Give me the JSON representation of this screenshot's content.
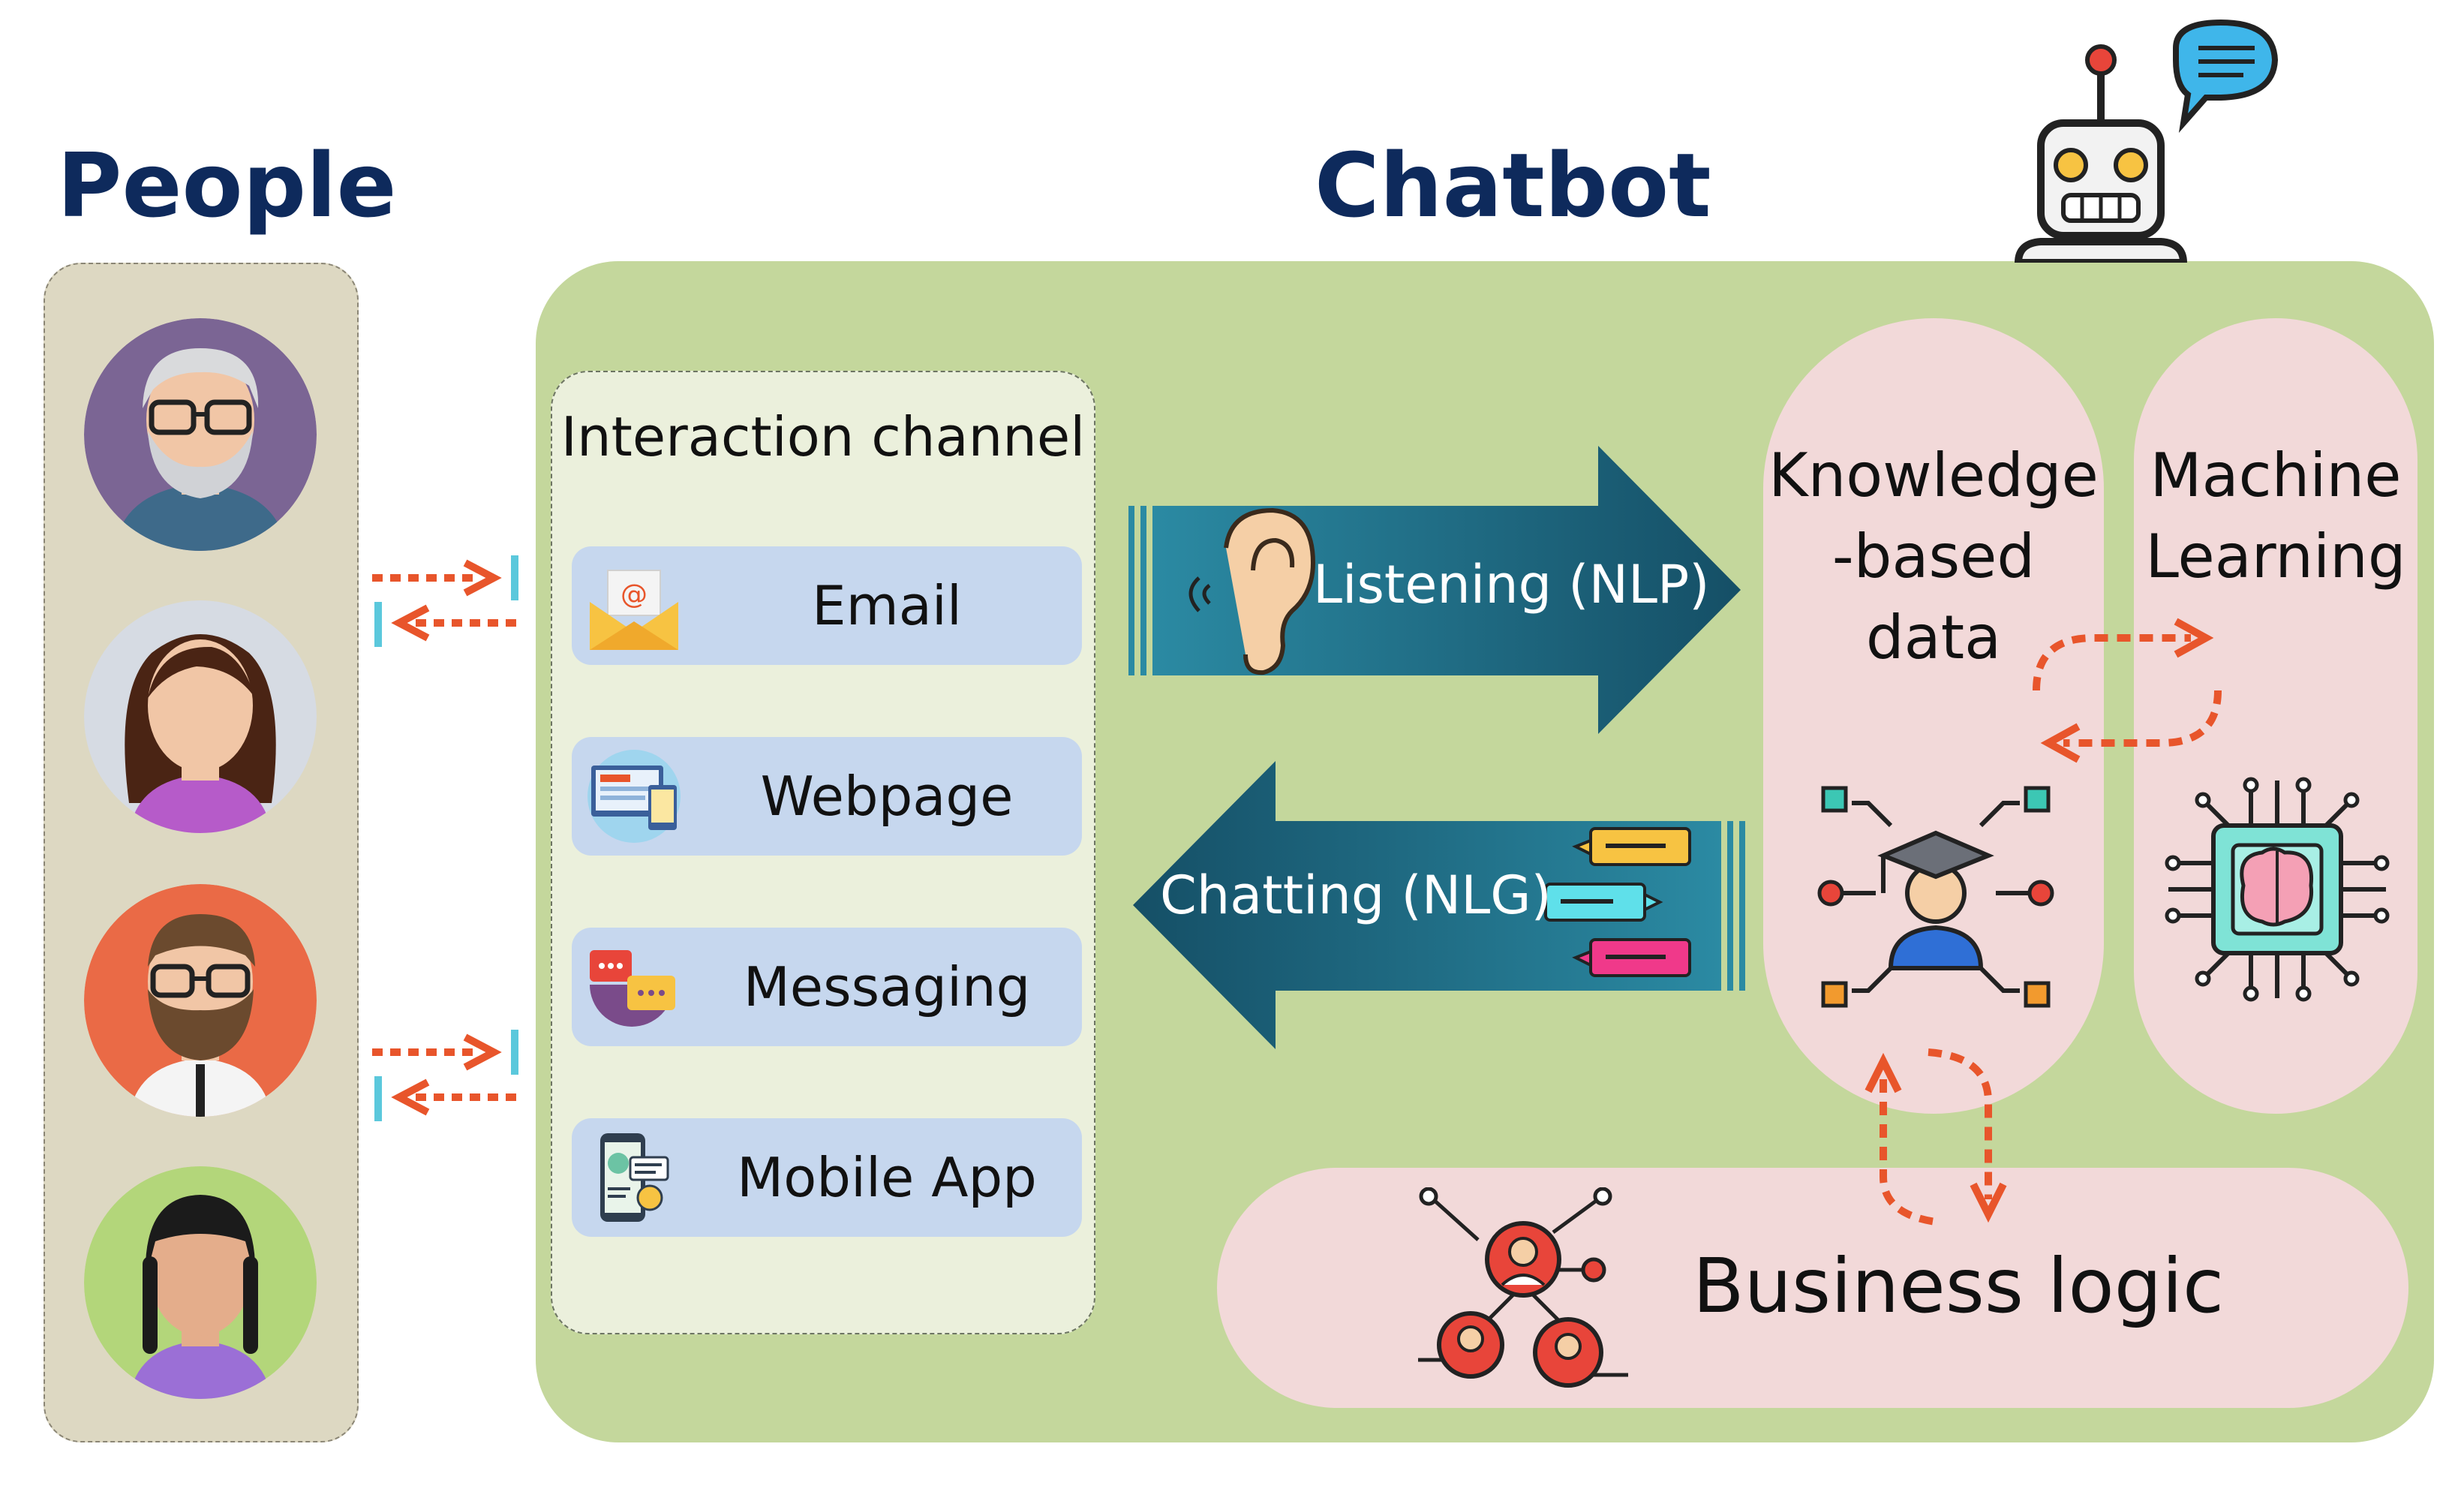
{
  "headings": {
    "people": "People",
    "chatbot": "Chatbot"
  },
  "people": {
    "avatars": [
      "elderly-man-avatar",
      "woman-avatar",
      "bearded-man-avatar",
      "girl-avatar"
    ]
  },
  "interaction_channel": {
    "title": "Interaction channel",
    "items": [
      {
        "label": "Email",
        "icon": "email-icon"
      },
      {
        "label": "Webpage",
        "icon": "webpage-icon"
      },
      {
        "label": "Messaging",
        "icon": "messaging-icon"
      },
      {
        "label": "Mobile App",
        "icon": "mobile-app-icon"
      }
    ]
  },
  "flows": {
    "listening": "Listening (NLP)",
    "chatting": "Chatting (NLG)"
  },
  "components": {
    "knowledge": {
      "line1": "Knowledge",
      "line2": "-based data",
      "icon": "graduate-network-icon"
    },
    "machine_learning": {
      "line1": "Machine",
      "line2": "Learning",
      "icon": "brain-chip-icon"
    },
    "business_logic": {
      "label": "Business logic",
      "icon": "people-network-icon"
    }
  },
  "colors": {
    "heading": "#0e2a5c",
    "people_panel": "#ddd8c2",
    "chatbot_panel": "#c4d79c",
    "channel_panel": "#ebf0dc",
    "channel_item": "#c6d7ee",
    "pill": "#f2d9d9",
    "arrow_teal": "#1d6f86",
    "exchange_arrow": "#e8552b",
    "exchange_bar": "#5bc8dc"
  }
}
